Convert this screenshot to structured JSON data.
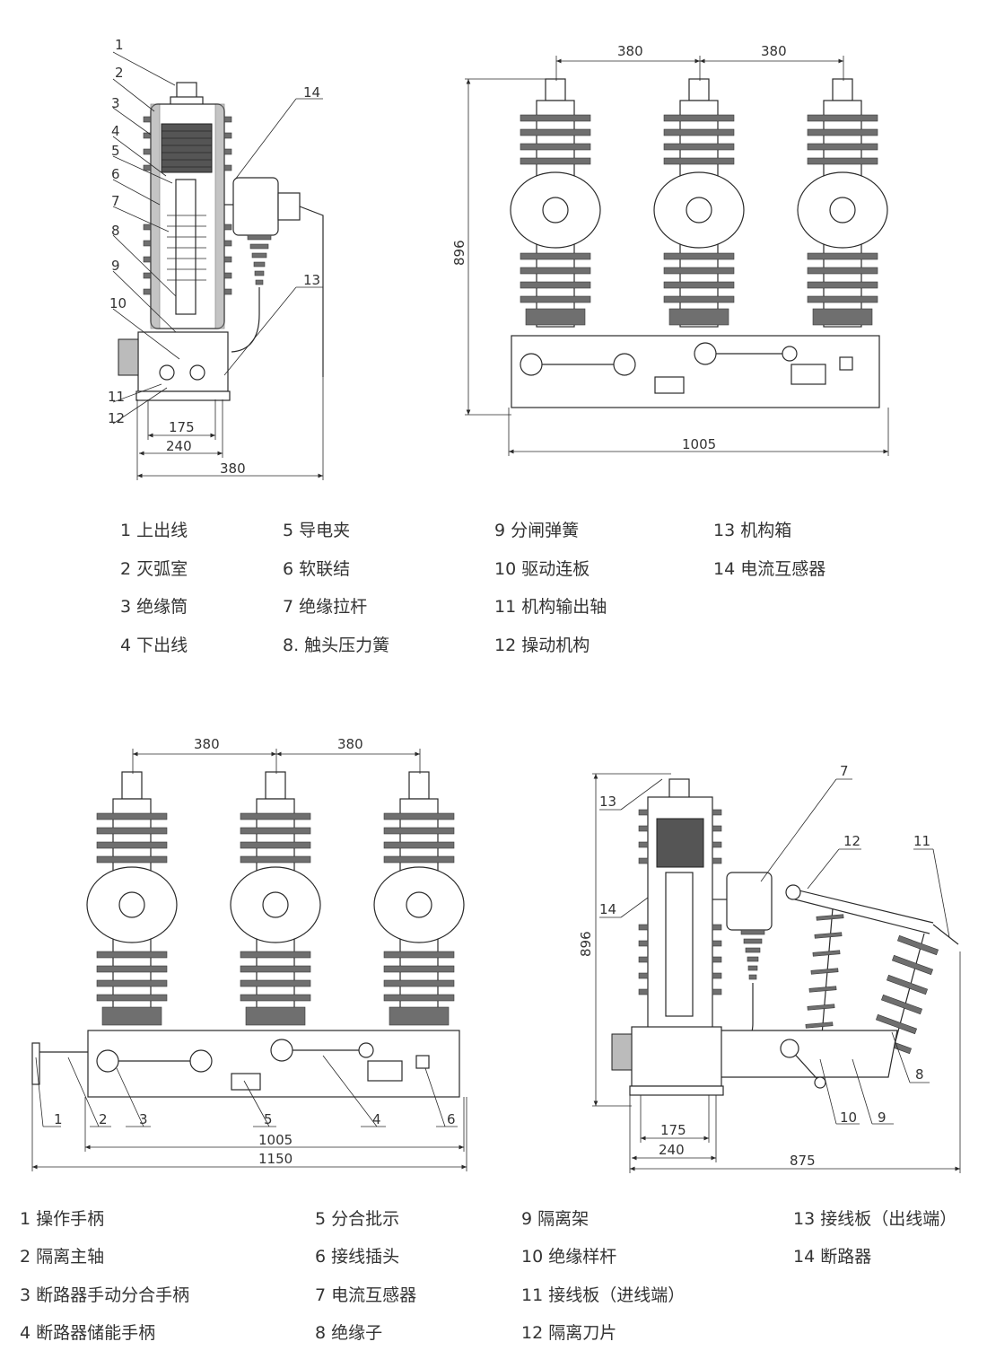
{
  "top_left": {
    "callouts": [
      "1",
      "2",
      "3",
      "4",
      "5",
      "6",
      "7",
      "8",
      "9",
      "10",
      "11",
      "12",
      "13",
      "14"
    ],
    "dims": {
      "d175": "175",
      "d240": "240",
      "d380": "380"
    }
  },
  "top_right": {
    "dims": {
      "pitch1": "380",
      "pitch2": "380",
      "height": "896",
      "width": "1005"
    }
  },
  "bottom_left": {
    "dims": {
      "pitch1": "380",
      "pitch2": "380",
      "width1": "1005",
      "width2": "1150"
    },
    "callouts": [
      "1",
      "2",
      "3",
      "5",
      "4",
      "6"
    ]
  },
  "bottom_right": {
    "dims": {
      "height": "896",
      "d175": "175",
      "d240": "240",
      "d875": "875"
    },
    "callouts": [
      "13",
      "14",
      "7",
      "12",
      "11",
      "8",
      "10",
      "9"
    ]
  },
  "legend_top": [
    [
      "1 上出线",
      "2 灭弧室",
      "3 绝缘筒",
      "4 下出线"
    ],
    [
      "5 导电夹",
      "6 软联结",
      "7 绝缘拉杆",
      "8. 触头压力簧"
    ],
    [
      "9 分闸弹簧",
      "10 驱动连板",
      "11 机构输出轴",
      "12 操动机构"
    ],
    [
      "13 机构箱",
      "14 电流互感器"
    ]
  ],
  "legend_bottom": [
    [
      "1 操作手柄",
      "2 隔离主轴",
      "3 断路器手动分合手柄",
      "4 断路器储能手柄"
    ],
    [
      "5 分合批示",
      "6 接线插头",
      "7 电流互感器",
      "8 绝缘子"
    ],
    [
      "9 隔离架",
      "10 绝缘样杆",
      "11 接线板（进线端）",
      "12 隔离刀片"
    ],
    [
      "13 接线板（出线端）",
      "14 断路器"
    ]
  ]
}
